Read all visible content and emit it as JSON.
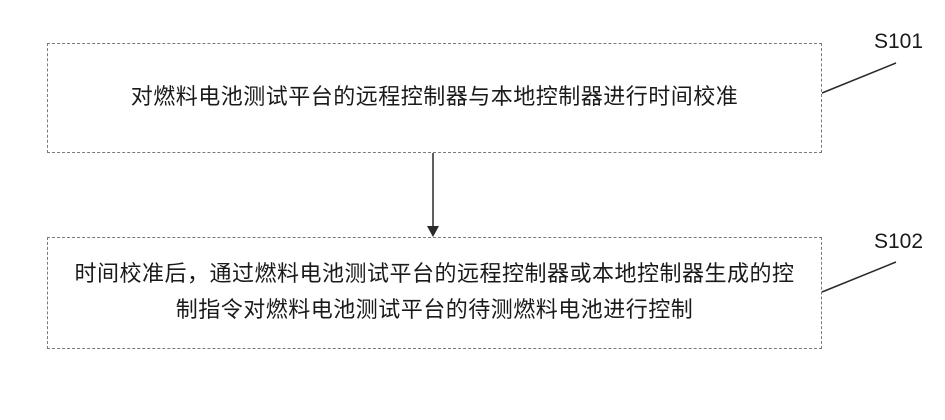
{
  "steps": [
    {
      "id": "S101",
      "text": "对燃料电池测试平台的远程控制器与本地控制器进行时间校准"
    },
    {
      "id": "S102",
      "text": "时间校准后，通过燃料电池测试平台的远程控制器或本地控制器生成的控制指令对燃料电池测试平台的待测燃料电池进行控制"
    }
  ]
}
